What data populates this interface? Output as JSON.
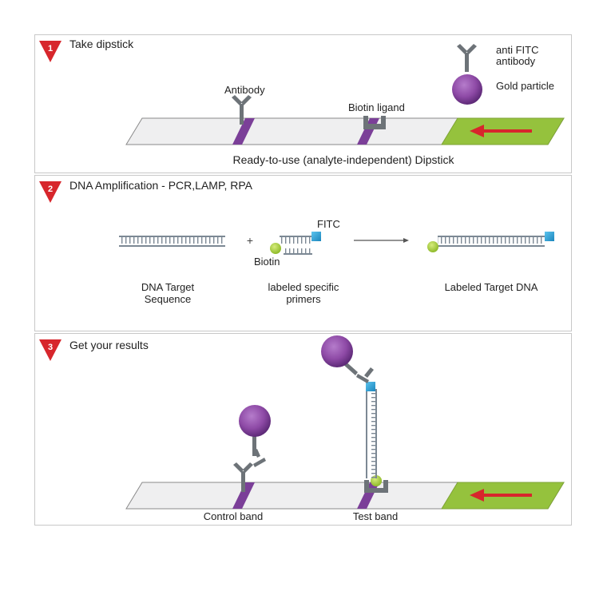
{
  "steps": [
    {
      "number": "1",
      "title": "Take dipstick"
    },
    {
      "number": "2",
      "title": "DNA Amplification - PCR,LAMP, RPA"
    },
    {
      "number": "3",
      "title": "Get your results"
    }
  ],
  "panel1": {
    "antibody_label": "Antibody",
    "biotin_ligand_label": "Biotin ligand",
    "legend_antibody_line1": "anti FITC",
    "legend_antibody_line2": "antibody",
    "legend_gold_label": "Gold particle",
    "dipstick_caption": "Ready-to-use (analyte-independent) Dipstick"
  },
  "panel2": {
    "plus": "+",
    "fitc_label": "FITC",
    "biotin_label": "Biotin",
    "dna_target_line1": "DNA Target",
    "dna_target_line2": "Sequence",
    "primers_line1": "labeled specific",
    "primers_line2": "primers",
    "labeled_target_label": "Labeled Target DNA"
  },
  "panel3": {
    "control_band_label": "Control band",
    "test_band_label": "Test band"
  },
  "colors": {
    "marker_red": "#d7262c",
    "purple": "#7b3f98",
    "gold_particle": "#8e4aa6",
    "pad_green": "#95c23d",
    "arrow_red": "#d7262c",
    "biotin_green": "#a6cd39",
    "fitc_blue": "#2aa5dc",
    "antibody_gray": "#6d7378"
  }
}
